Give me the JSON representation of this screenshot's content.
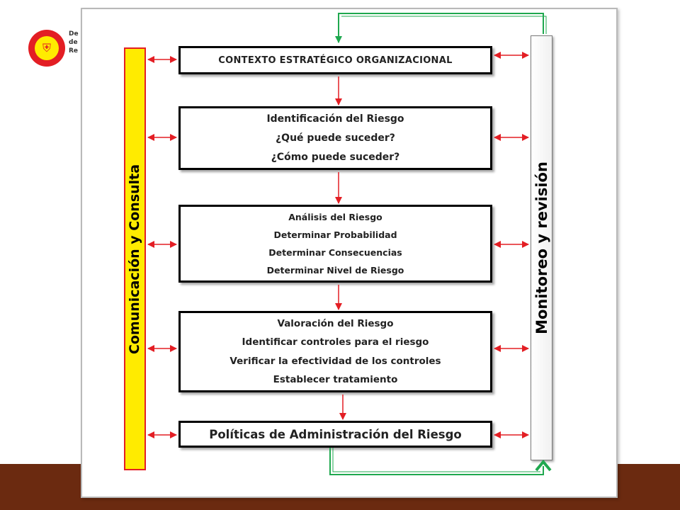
{
  "colors": {
    "accent_red": "#e31e24",
    "flow_green": "#1fa84f",
    "yellow": "#ffeb00",
    "bottom_bar": "#6b2a10"
  },
  "header": {
    "logo_icon": "colombia-coat-of-arms-icon",
    "logo_text": [
      "De",
      "de",
      "Re"
    ]
  },
  "diagram": {
    "left_bar_label": "Comunicación y Consulta",
    "right_bar_label": "Monitoreo y revisión",
    "boxes": [
      {
        "lines": [
          "CONTEXTO ESTRATÉGICO ORGANIZACIONAL"
        ]
      },
      {
        "lines": [
          "Identificación del Riesgo",
          "¿Qué puede suceder?",
          "¿Cómo puede suceder?"
        ]
      },
      {
        "lines": [
          "Análisis del Riesgo",
          "Determinar Probabilidad",
          "Determinar Consecuencias",
          "Determinar Nivel de Riesgo"
        ]
      },
      {
        "lines": [
          "Valoración del Riesgo",
          "Identificar controles para el riesgo",
          "Verificar la efectividad de los controles",
          "Establecer tratamiento"
        ]
      },
      {
        "lines": [
          "Políticas de Administración del Riesgo"
        ]
      }
    ]
  }
}
